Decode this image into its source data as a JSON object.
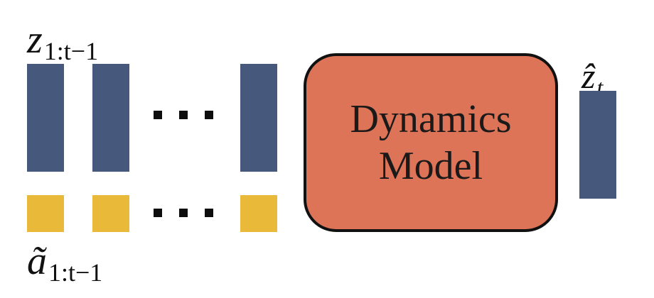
{
  "labels": {
    "latent_history": {
      "symbol": "z",
      "subscript": "1:t−1"
    },
    "action_history": {
      "symbol": "ã",
      "subscript": "1:t−1"
    },
    "predicted_latent": {
      "symbol": "ẑ",
      "subscript": "t"
    }
  },
  "model_box": {
    "line1": "Dynamics",
    "line2": "Model"
  },
  "colors": {
    "latent": "#46597c",
    "action": "#e9b93a",
    "model_fill": "#dd7357",
    "model_border": "#111111"
  }
}
